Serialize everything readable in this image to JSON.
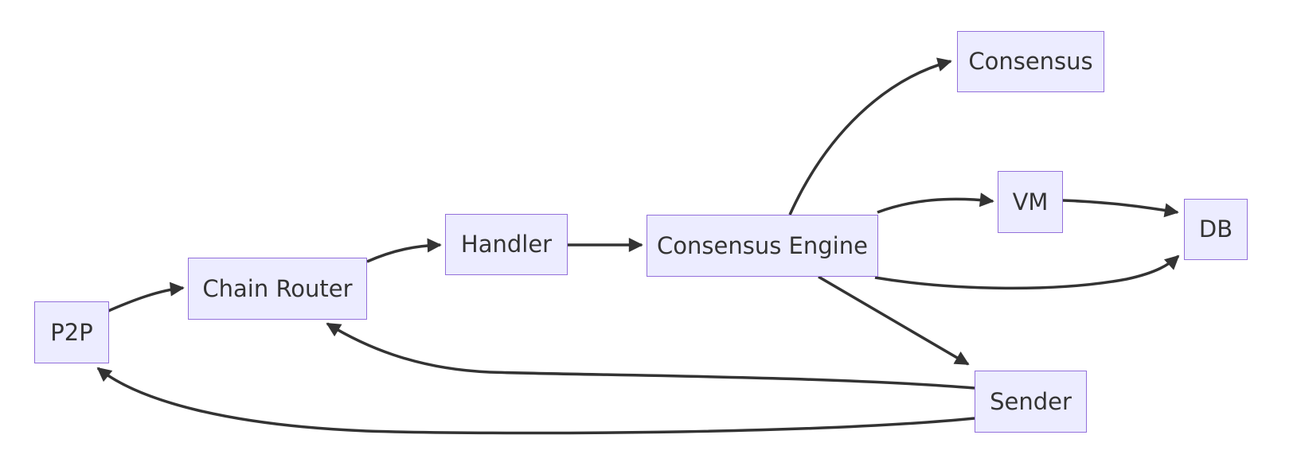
{
  "diagram": {
    "type": "flowchart",
    "direction": "left-to-right",
    "background": "#ffffff",
    "colors": {
      "node_fill": "#ECECFF",
      "node_border": "#9370DB",
      "edge_line": "#333333",
      "label_text": "#333333"
    },
    "nodes": [
      {
        "id": "p2p",
        "label": "P2P"
      },
      {
        "id": "chain-router",
        "label": "Chain Router"
      },
      {
        "id": "handler",
        "label": "Handler"
      },
      {
        "id": "consensus-engine",
        "label": "Consensus Engine"
      },
      {
        "id": "consensus",
        "label": "Consensus"
      },
      {
        "id": "vm",
        "label": "VM"
      },
      {
        "id": "db",
        "label": "DB"
      },
      {
        "id": "sender",
        "label": "Sender"
      }
    ],
    "edges": [
      {
        "from": "P2P",
        "to": "Chain Router"
      },
      {
        "from": "Chain Router",
        "to": "Handler"
      },
      {
        "from": "Handler",
        "to": "Consensus Engine"
      },
      {
        "from": "Consensus Engine",
        "to": "Consensus"
      },
      {
        "from": "Consensus Engine",
        "to": "VM"
      },
      {
        "from": "VM",
        "to": "DB"
      },
      {
        "from": "Consensus Engine",
        "to": "DB"
      },
      {
        "from": "Consensus Engine",
        "to": "Sender"
      },
      {
        "from": "Sender",
        "to": "Chain Router"
      },
      {
        "from": "Sender",
        "to": "P2P"
      }
    ]
  }
}
